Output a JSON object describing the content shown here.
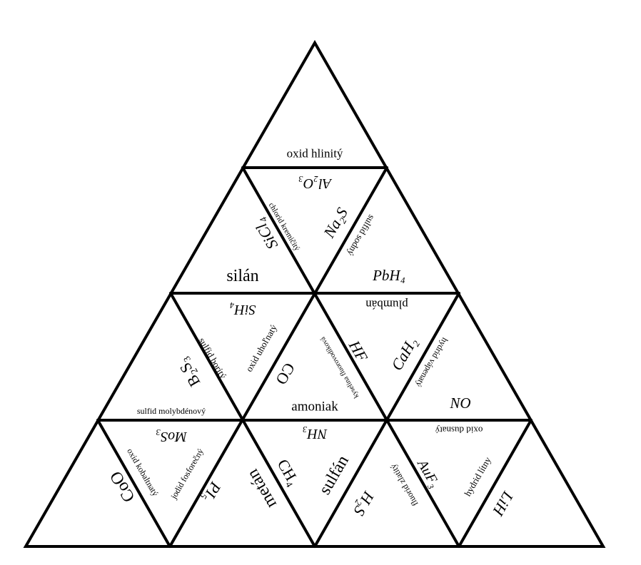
{
  "colors": {
    "line": "#000000",
    "background": "#ffffff"
  },
  "row1": {
    "top": "oxid hlinitý"
  },
  "row2": {
    "al2o3": "Al₂O₃",
    "sicl4": "SiCl₄",
    "chlorid": "chlorid kremičitý",
    "na2s": "Na₂S",
    "sulfid_sodny": "sulfid sodný",
    "silan": "silán",
    "pbh4": "PbH₄"
  },
  "row3": {
    "sih4": "SiH₄",
    "b2s3": "B₂S₃",
    "sulfid_bority": "sulfid boritý",
    "oxid_uholnaty": "oxid uhoľnatý",
    "co": "CO",
    "plumban": "plumbán",
    "kyselina": "kyselina fluorovodíková",
    "hf": "HF",
    "cah2": "CaH₂",
    "hydrid_vapenaty": "hydrid vápenatý",
    "sulfid_molybdenovy": "sulfid molybdénový",
    "amoniak": "amoniak",
    "no": "NO"
  },
  "row4": {
    "mos3": "MoS₃",
    "coo": "CoO",
    "oxid_kobaltnaty": "oxid kobaltnatý",
    "jodid": "jodid fosforečný",
    "pi5": "PI₅",
    "nh3": "NH₃",
    "metan": "metán",
    "ch4": "CH₄",
    "sulfan": "sulfán",
    "h2s": "H₂S",
    "oxid_dusnaty": "oxid dusnatý",
    "fluorid": "fluorid zlatitý",
    "auf3": "AuF₃",
    "hydrid_litny": "hydrid lítny",
    "lih": "LiH"
  }
}
